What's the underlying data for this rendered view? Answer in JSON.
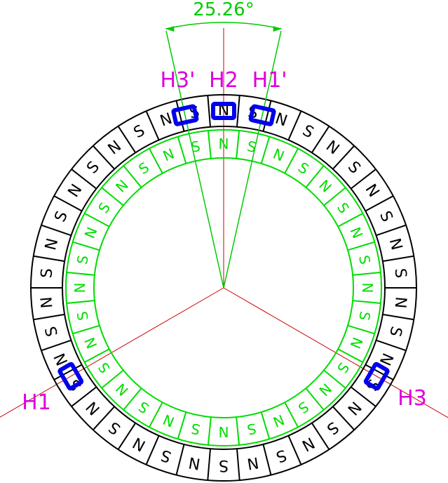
{
  "colors": {
    "background": "#ffffff",
    "outer_ring": "#000000",
    "inner_ring": "#00dd00",
    "angle_lines": "#00cc00",
    "axis_lines": "#cc0000",
    "sensor": "#0000ee",
    "sensor_label": "#dd00dd",
    "angle_label": "#00cc00"
  },
  "angle_label": "25.26°",
  "outer_ring": {
    "pole_count": 38,
    "first_pole": "N",
    "pole_letters": [
      "N",
      "S"
    ]
  },
  "inner_ring": {
    "pole_count": 32,
    "first_pole": "N",
    "pole_letters": [
      "N",
      "S"
    ]
  },
  "sensors": [
    {
      "id": "H3p",
      "label": "H3'",
      "angle_deg": -12.63
    },
    {
      "id": "H2",
      "label": "H2",
      "angle_deg": 0
    },
    {
      "id": "H1p",
      "label": "H1'",
      "angle_deg": 12.63
    },
    {
      "id": "H1",
      "label": "H1",
      "angle_deg": -120
    },
    {
      "id": "H3",
      "label": "H3",
      "angle_deg": 120
    }
  ],
  "axes_deg": [
    0,
    120,
    -120
  ],
  "angle_lines_deg": [
    -12.63,
    12.63
  ]
}
